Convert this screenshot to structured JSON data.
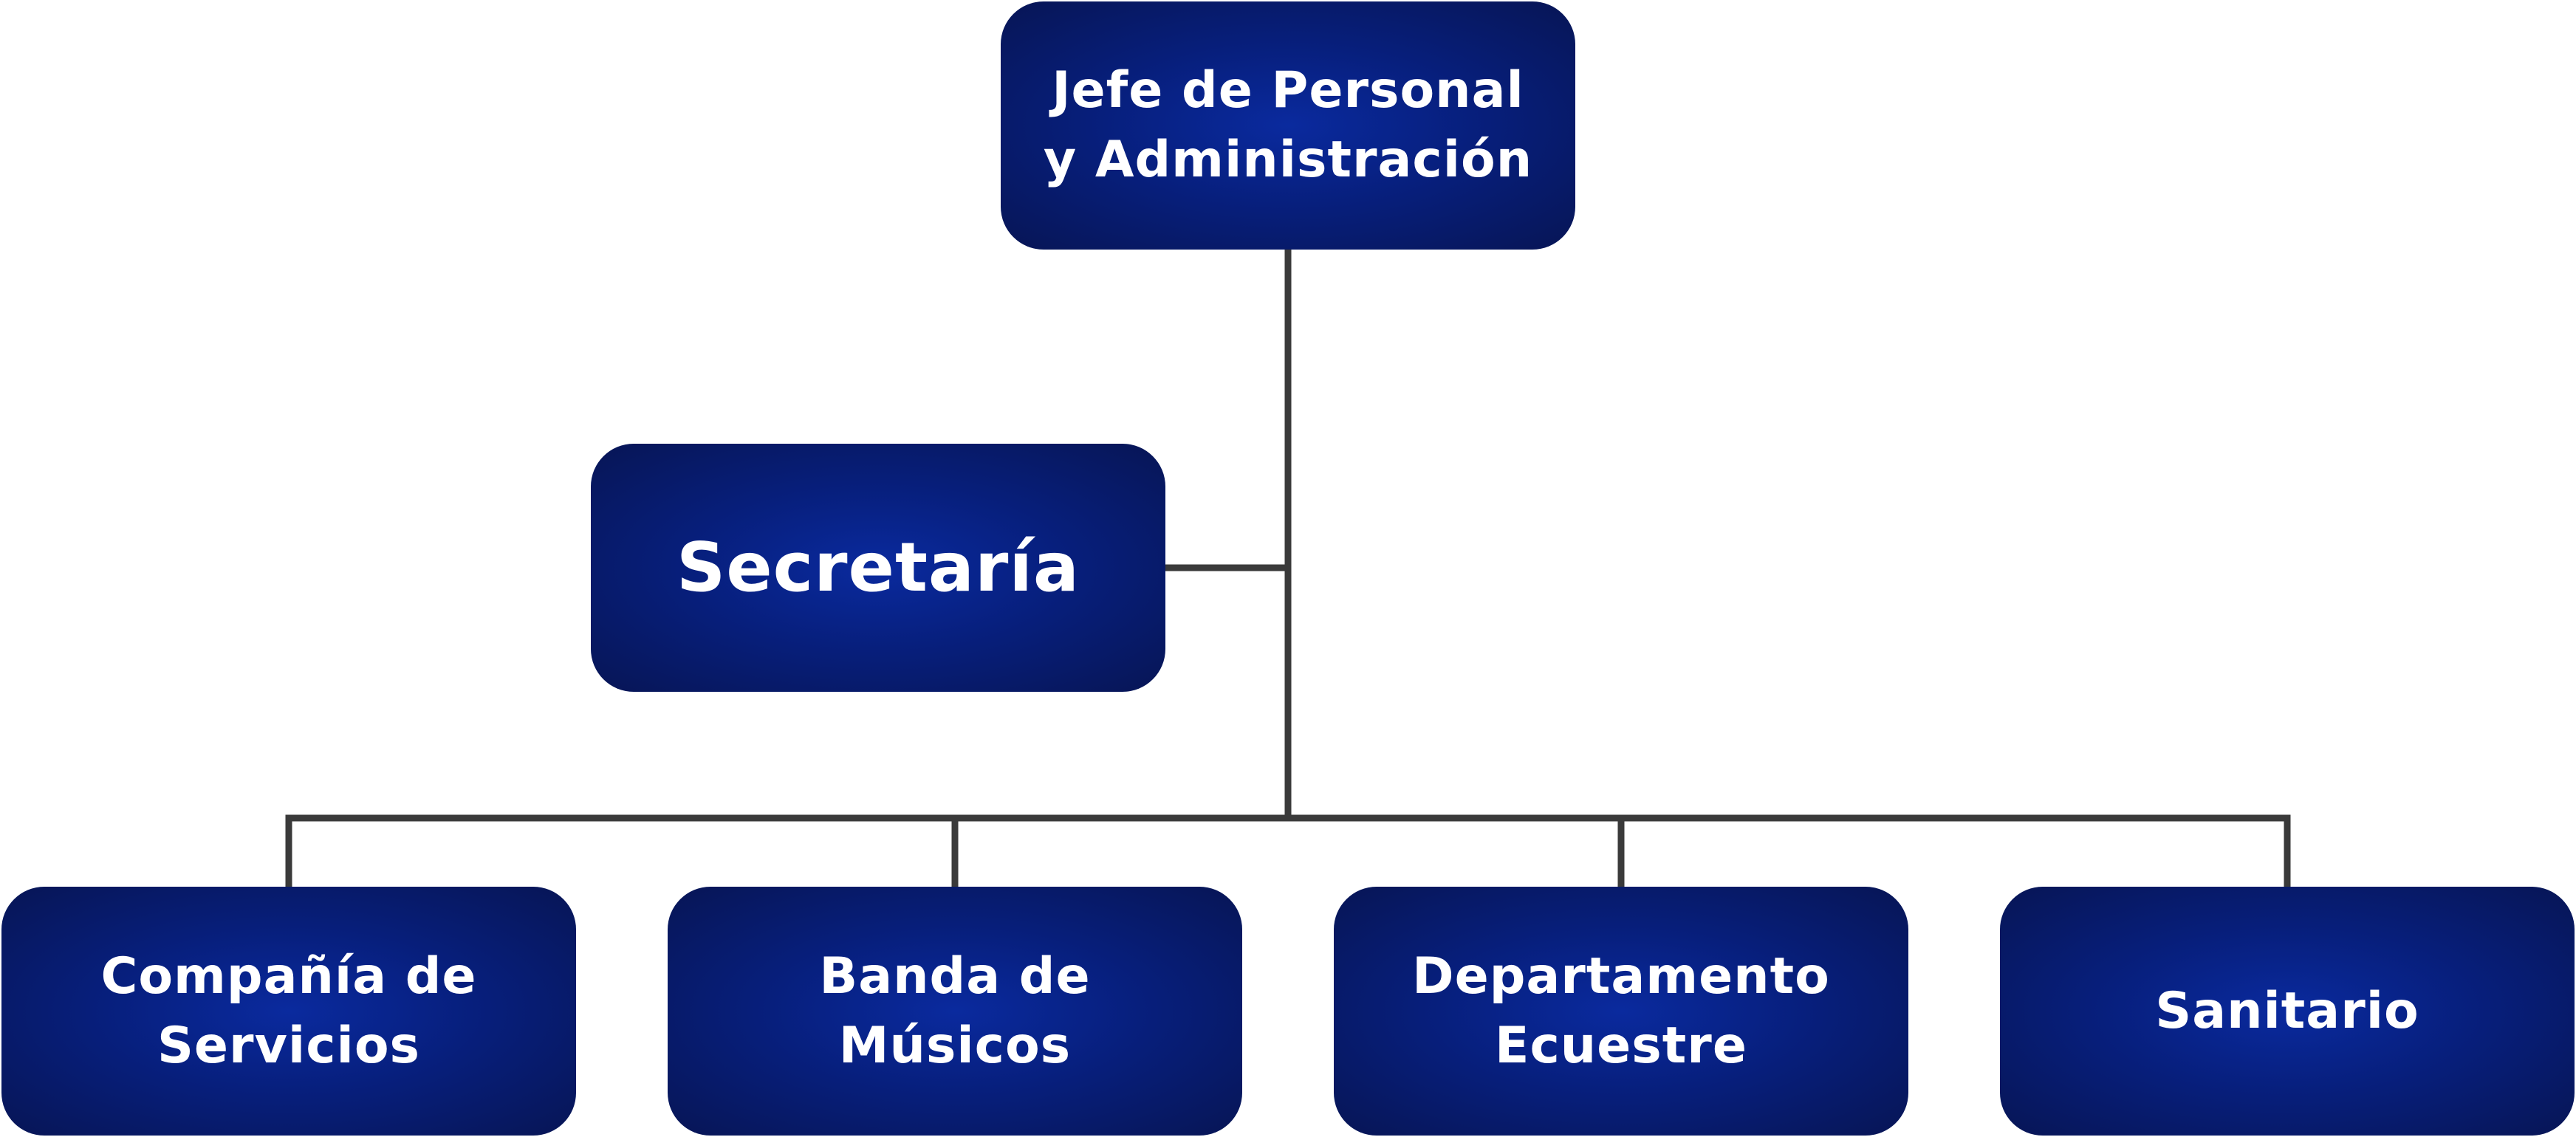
{
  "org": {
    "root": {
      "label": "Jefe de Personal\ny Administración"
    },
    "staff": {
      "label": "Secretaría"
    },
    "units": [
      {
        "label": "Compañía de\nServicios"
      },
      {
        "label": "Banda de\nMúsicos"
      },
      {
        "label": "Departamento\nEcuestre"
      },
      {
        "label": "Sanitario"
      }
    ]
  },
  "colors": {
    "box_fill_center": "#0a2a9e",
    "box_fill_edge": "#071555",
    "text": "#ffffff",
    "connector": "#3a3a3a"
  }
}
